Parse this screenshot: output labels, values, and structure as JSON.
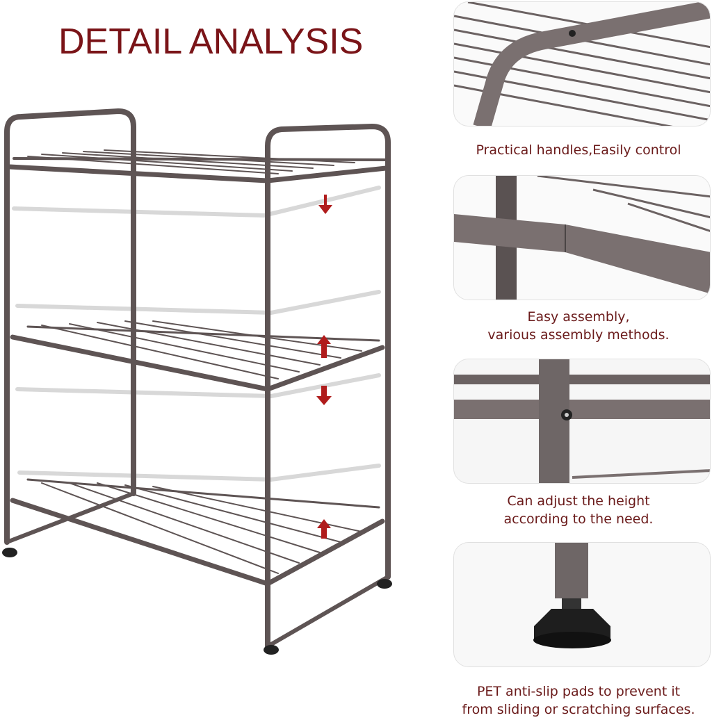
{
  "title": "DETAIL ANALYSIS",
  "colors": {
    "title": "#7a1418",
    "caption": "#6a1a1a",
    "metal": "#5e5454"
  },
  "features": [
    {
      "caption": "Practical handles,Easily control",
      "image": "handle-closeup"
    },
    {
      "caption_line1": "Easy assembly,",
      "caption_line2": "various assembly methods.",
      "image": "joint-closeup"
    },
    {
      "caption_line1": "Can adjust the height",
      "caption_line2": "according to the need.",
      "image": "shelf-bolt-closeup"
    },
    {
      "caption_line1": "PET anti-slip pads to prevent it",
      "caption_line2": "from sliding or scratching surfaces.",
      "image": "foot-pad-closeup"
    }
  ]
}
